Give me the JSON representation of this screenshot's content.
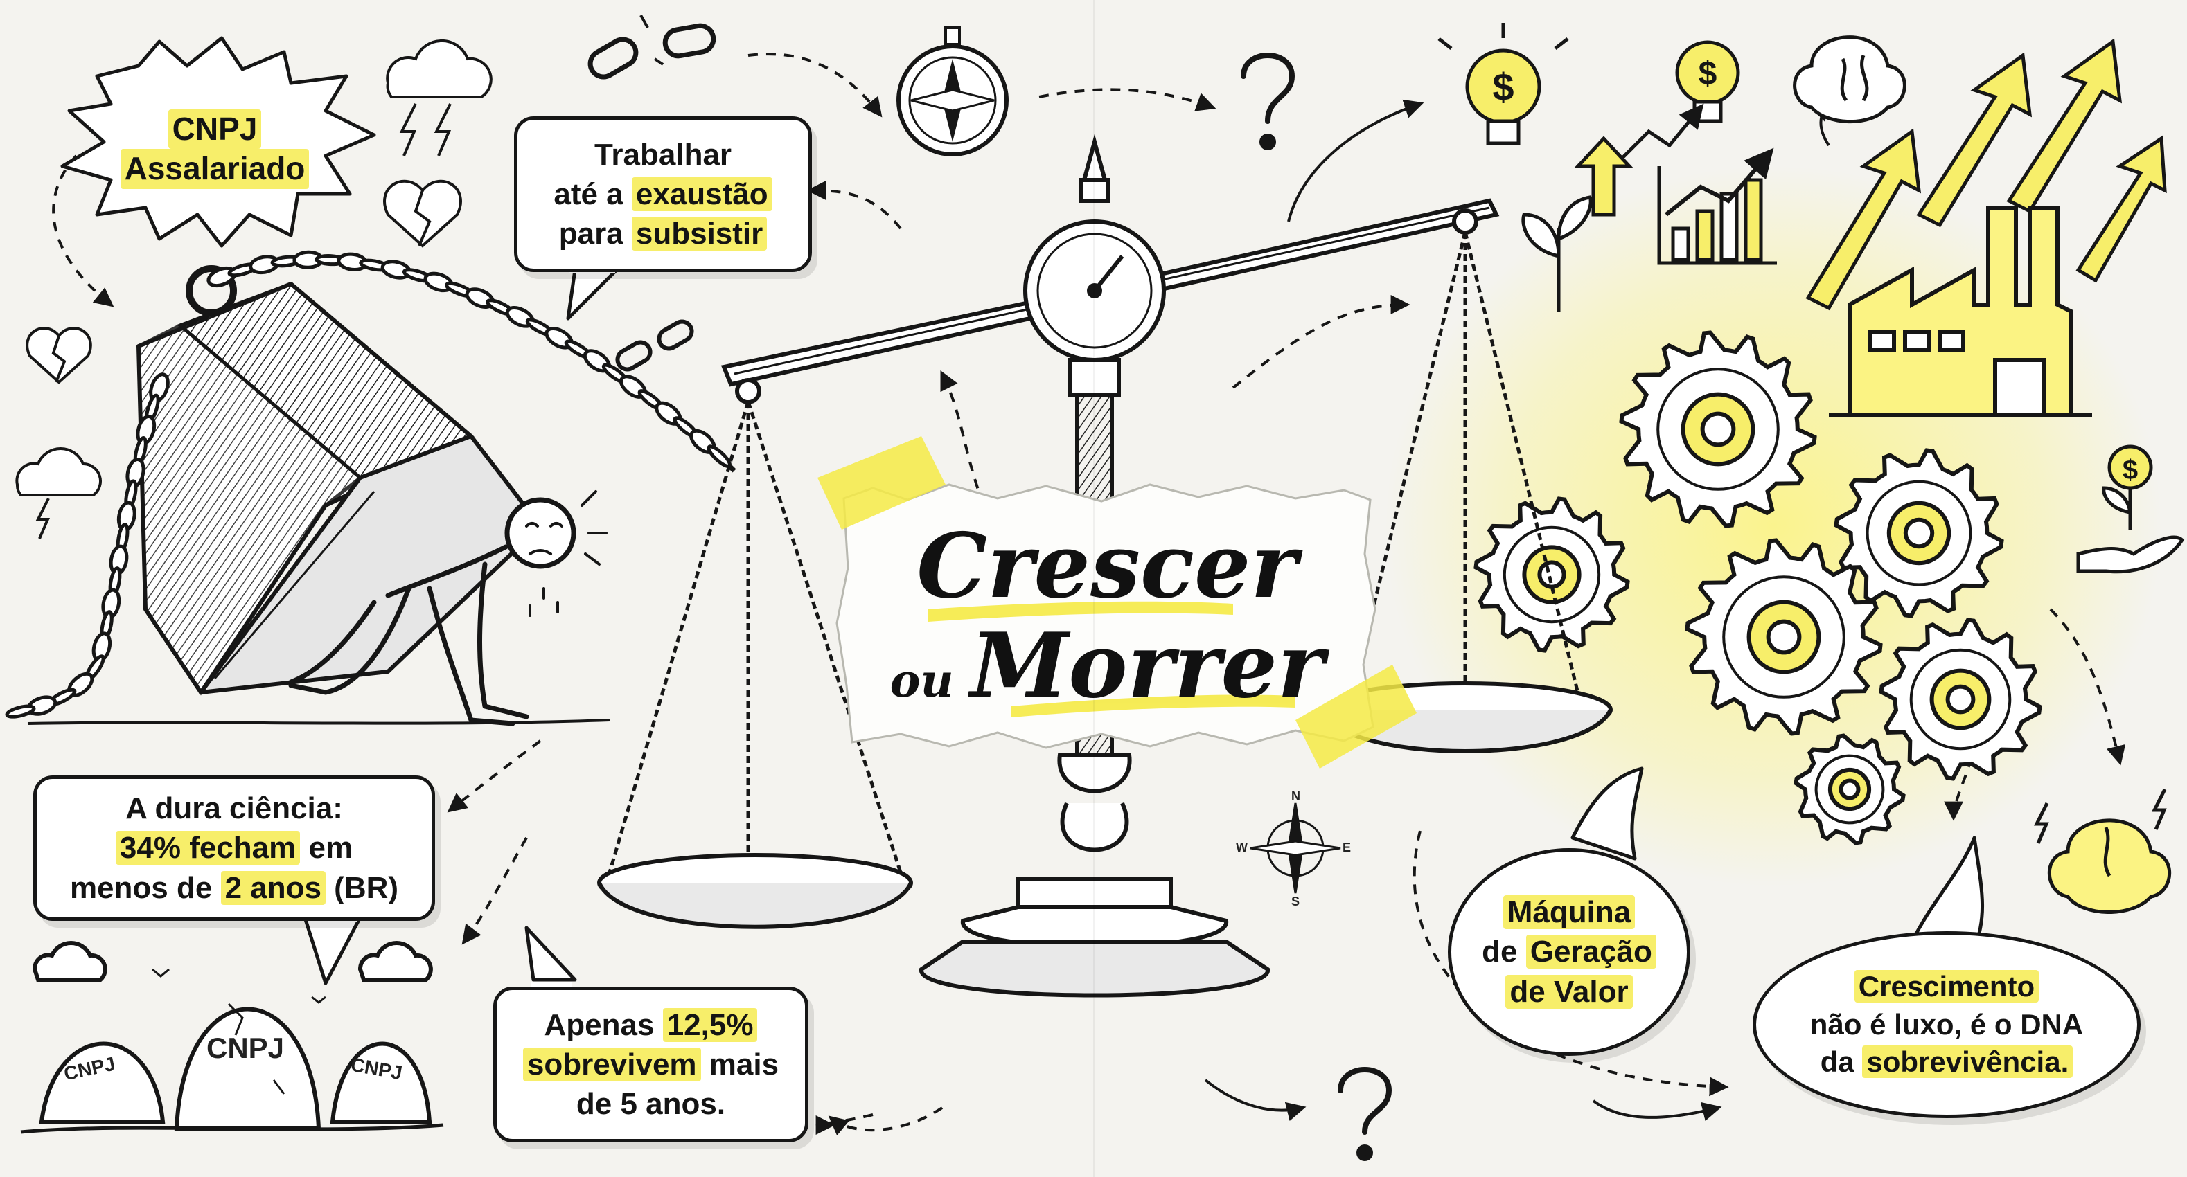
{
  "starburst": {
    "line1": "CNPJ",
    "line2": "Assalariado"
  },
  "bubble_work": {
    "line1": "Trabalhar",
    "line2_pre": "até a ",
    "line2_hl": "exaustão",
    "line3_pre": "para ",
    "line3_hl": "subsistir"
  },
  "bubble_stats": {
    "line1": "A dura ciência:",
    "line2_hl": "34% fecham",
    "line2_post": " em",
    "line3_pre": "menos de ",
    "line3_hl": "2 anos",
    "line3_post": " (BR)"
  },
  "bubble_survive": {
    "line1_pre": "Apenas ",
    "line1_hl": "12,5%",
    "line2_hl": "sobrevivem",
    "line2_post": " mais",
    "line3": "de 5 anos."
  },
  "bubble_machine": {
    "line1_hl": "Máquina",
    "line2_pre": "de ",
    "line2_hl": "Geração",
    "line3_hl": "de Valor"
  },
  "bubble_growth": {
    "line1_hl": "Crescimento",
    "line2": "não é luxo, é o DNA",
    "line3_pre": "da ",
    "line3_hl": "sobrevivência."
  },
  "title": {
    "word1": "Crescer",
    "word2": "ou",
    "word3": "Morrer"
  },
  "tombstones": [
    "CNPJ",
    "CNPJ",
    "CNPJ"
  ],
  "compass_letters": {
    "n": "N",
    "s": "S",
    "e": "E",
    "w": "W"
  },
  "colors": {
    "highlight": "#f7ee6a",
    "ink": "#161616",
    "paper": "#f4f3ef",
    "glow": "#fbf383"
  }
}
